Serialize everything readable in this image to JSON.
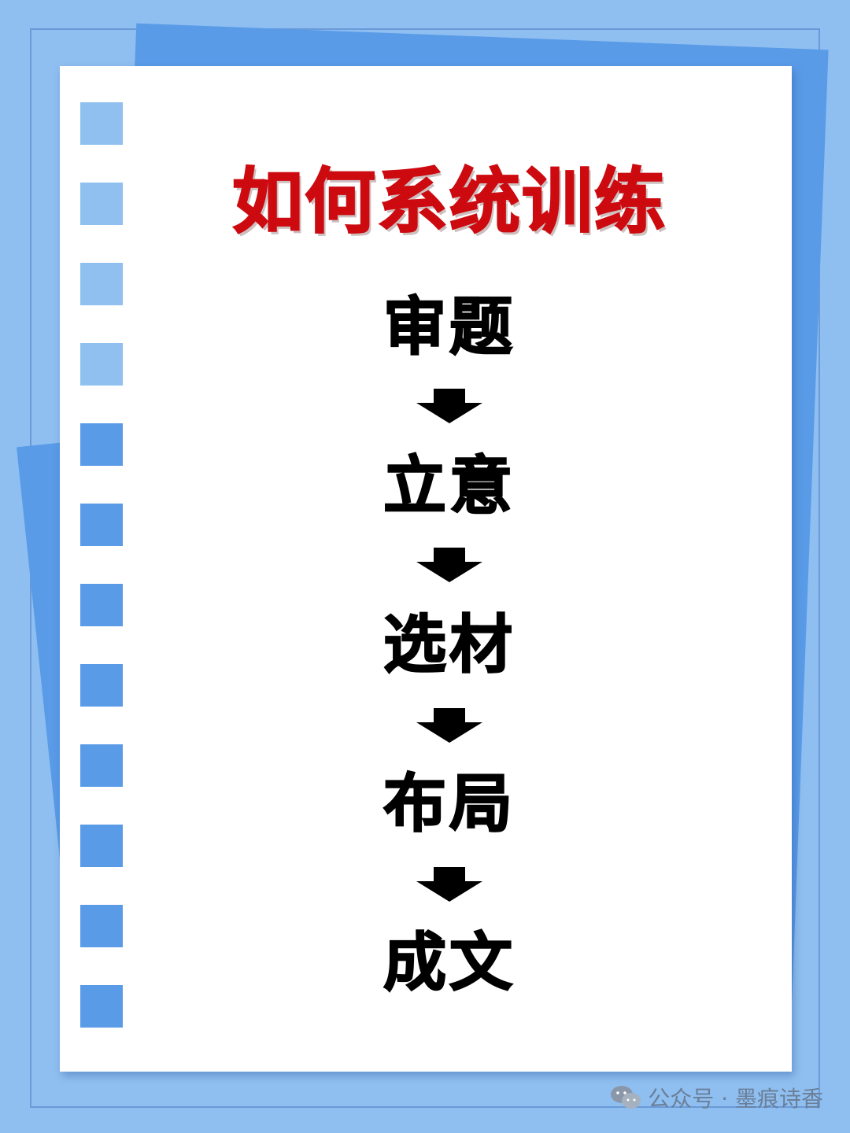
{
  "title": "如何系统训练",
  "steps": [
    "审题",
    "立意",
    "选材",
    "布局",
    "成文"
  ],
  "watermark": {
    "icon": "wechat-icon",
    "text": "公众号 · 墨痕诗香"
  },
  "colors": {
    "background": "#8fbff0",
    "accent_blue": "#5a9be8",
    "title_red": "#cc0a0f",
    "paper": "#ffffff"
  }
}
